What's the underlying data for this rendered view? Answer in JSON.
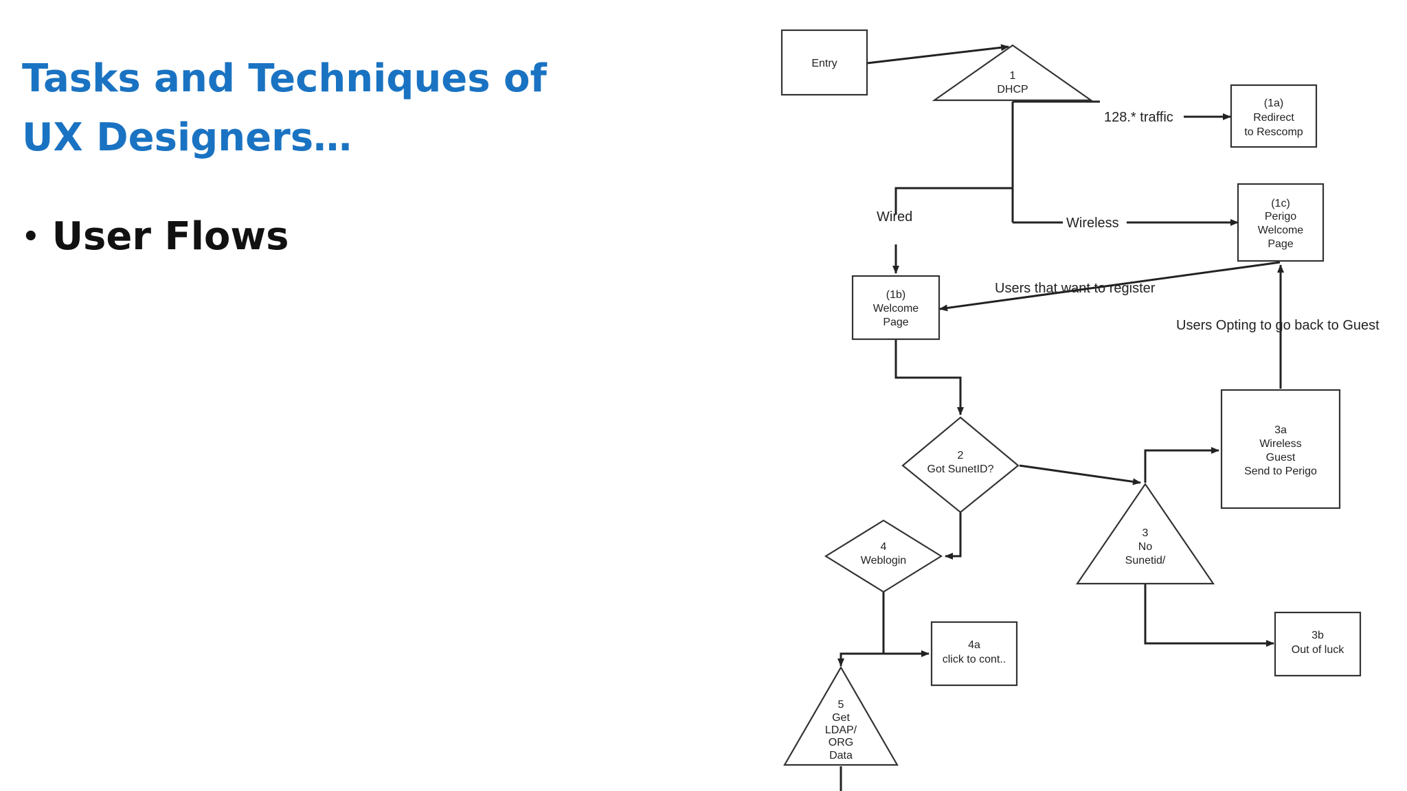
{
  "slide": {
    "title_line1": "Tasks and Techniques of",
    "title_line2": "UX Designers…",
    "bullet_marker": "•",
    "bullet": "User Flows"
  },
  "colors": {
    "title": "#1a73c2",
    "text": "#111111",
    "diagram_ink": "#222222"
  },
  "diagram": {
    "nodes": {
      "entry": [
        "Entry"
      ],
      "dhcp": [
        "1",
        "DHCP"
      ],
      "redirect": [
        "(1a)",
        "Redirect",
        "to Rescomp"
      ],
      "perigo_welcome": [
        "(1c)",
        "Perigo",
        "Welcome",
        "Page"
      ],
      "welcome": [
        "(1b)",
        "Welcome",
        "Page"
      ],
      "sunetid": [
        "2",
        "Got SunetID?"
      ],
      "no_sunetid": [
        "3",
        "No",
        "Sunetid/"
      ],
      "wireless_guest": [
        "3a",
        "Wireless",
        "Guest",
        "Send to Perigo"
      ],
      "weblogin": [
        "4",
        "Weblogin"
      ],
      "click_cont": [
        "4a",
        "click to cont.."
      ],
      "ldap": [
        "5",
        "Get",
        "LDAP/",
        "ORG",
        "Data"
      ],
      "out_of_luck": [
        "3b",
        "Out of luck"
      ]
    },
    "edge_labels": {
      "traffic": "128.* traffic",
      "wired": "Wired",
      "wireless": "Wireless",
      "register": "Users that want to register",
      "back_to_guest": "Users Opting to go back to Guest"
    }
  }
}
